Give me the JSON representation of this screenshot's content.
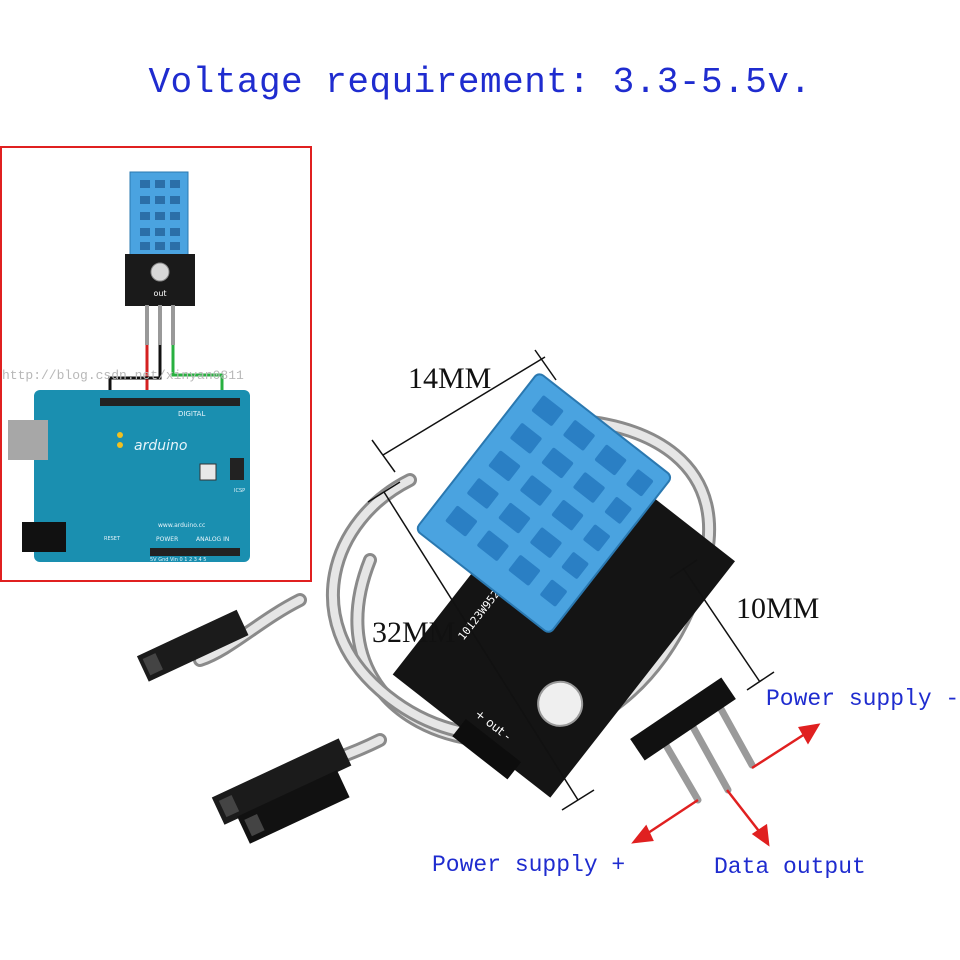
{
  "title": "Voltage requirement: 3.3-5.5v.",
  "watermark": "http://blog.csdn.net/xinyan0811",
  "dimensions": {
    "width": "14MM",
    "length": "32MM",
    "height": "10MM"
  },
  "pins": {
    "power_plus": "Power supply +",
    "power_minus": "Power supply -",
    "data": "Data output"
  },
  "module": {
    "pin_markings": "+ out -",
    "serial": "10123W95226"
  },
  "arduino": {
    "logo_text": "arduino",
    "url_text": "www.arduino.cc",
    "power_text": "POWER",
    "analog_text": "ANALOG IN",
    "digital_text": "DIGITAL",
    "pin_numbers": "5V Gnd Vin 0 1 2 3 4 5",
    "sensor_pin_label": "out",
    "icsp": "ICSP",
    "reset": "RESET"
  },
  "colors": {
    "title_blue": "#1f2ccf",
    "frame_red": "#e02020",
    "sensor_blue": "#4aa3e0",
    "board_teal": "#1a8fb0",
    "arrow_red": "#e02020"
  }
}
